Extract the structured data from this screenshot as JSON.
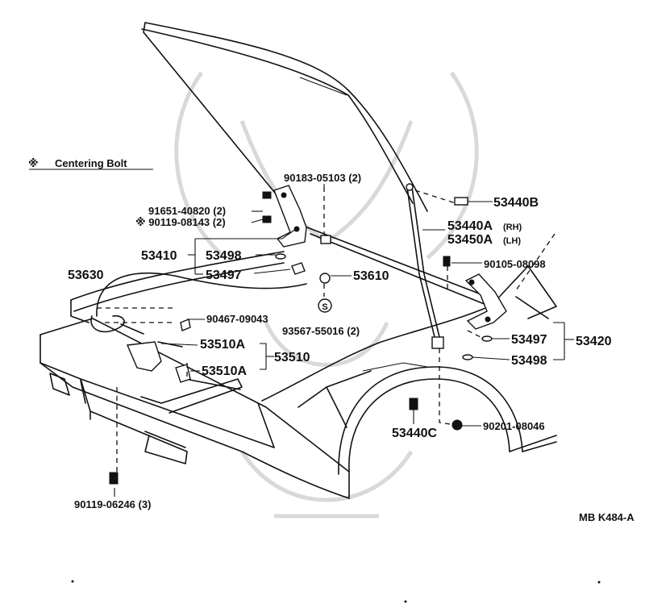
{
  "legend": {
    "symbol": "※",
    "text": "Centering Bolt"
  },
  "diagram_id": "MB K484-A",
  "parts": {
    "p90183": "90183-05103 (2)",
    "p91651": "91651-40820 (2)",
    "p90119a": "※ 90119-08143 (2)",
    "p53410": "53410",
    "p53498a": "53498",
    "p53497a": "53497",
    "p53630": "53630",
    "p53610": "53610",
    "s_mark": "S",
    "p93567": "93567-55016 (2)",
    "p90467": "90467-09043",
    "p53510A1": "53510A",
    "p53510": "53510",
    "p53510A2": "53510A",
    "p90119b": "90119-06246 (3)",
    "p53440B": "53440B",
    "p53440A": "53440A",
    "p53440A_side": "(RH)",
    "p53450A": "53450A",
    "p53450A_side": "(LH)",
    "p90105": "90105-08098",
    "p53497b": "53497",
    "p53420": "53420",
    "p53498b": "53498",
    "p53440C": "53440C",
    "p90201": "90201-08046"
  }
}
